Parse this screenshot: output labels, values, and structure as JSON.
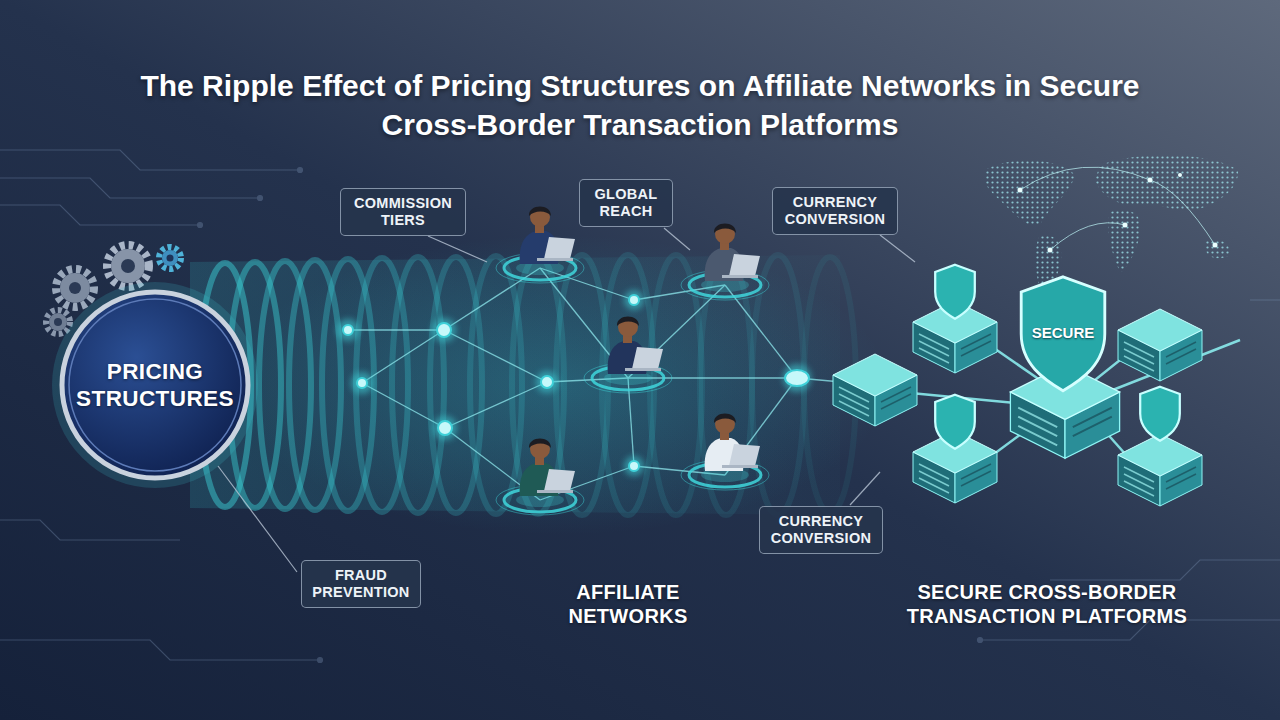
{
  "diagram": {
    "title": "The Ripple Effect of Pricing Structures on Affiliate Networks in Secure Cross-Border Transaction Platforms",
    "nodes": [
      {
        "text": [
          "COMMISSION TIERS"
        ]
      },
      {
        "text": [
          "GLOBAL REACH"
        ]
      },
      {
        "text": [
          "CURRENCY CONVERSION"
        ]
      },
      {
        "text": [
          "PRICING STRUCTURES"
        ]
      },
      {
        "text": [
          "CURRENCY CONVERSION"
        ]
      },
      {
        "text": [
          "FRAUD PREVENTION"
        ]
      }
    ],
    "labels": [
      "SECURE",
      "AFFILIATE NETWORKS",
      "SECURE CROSS-BORDER TRANSACTION PLATFORMS"
    ]
  }
}
